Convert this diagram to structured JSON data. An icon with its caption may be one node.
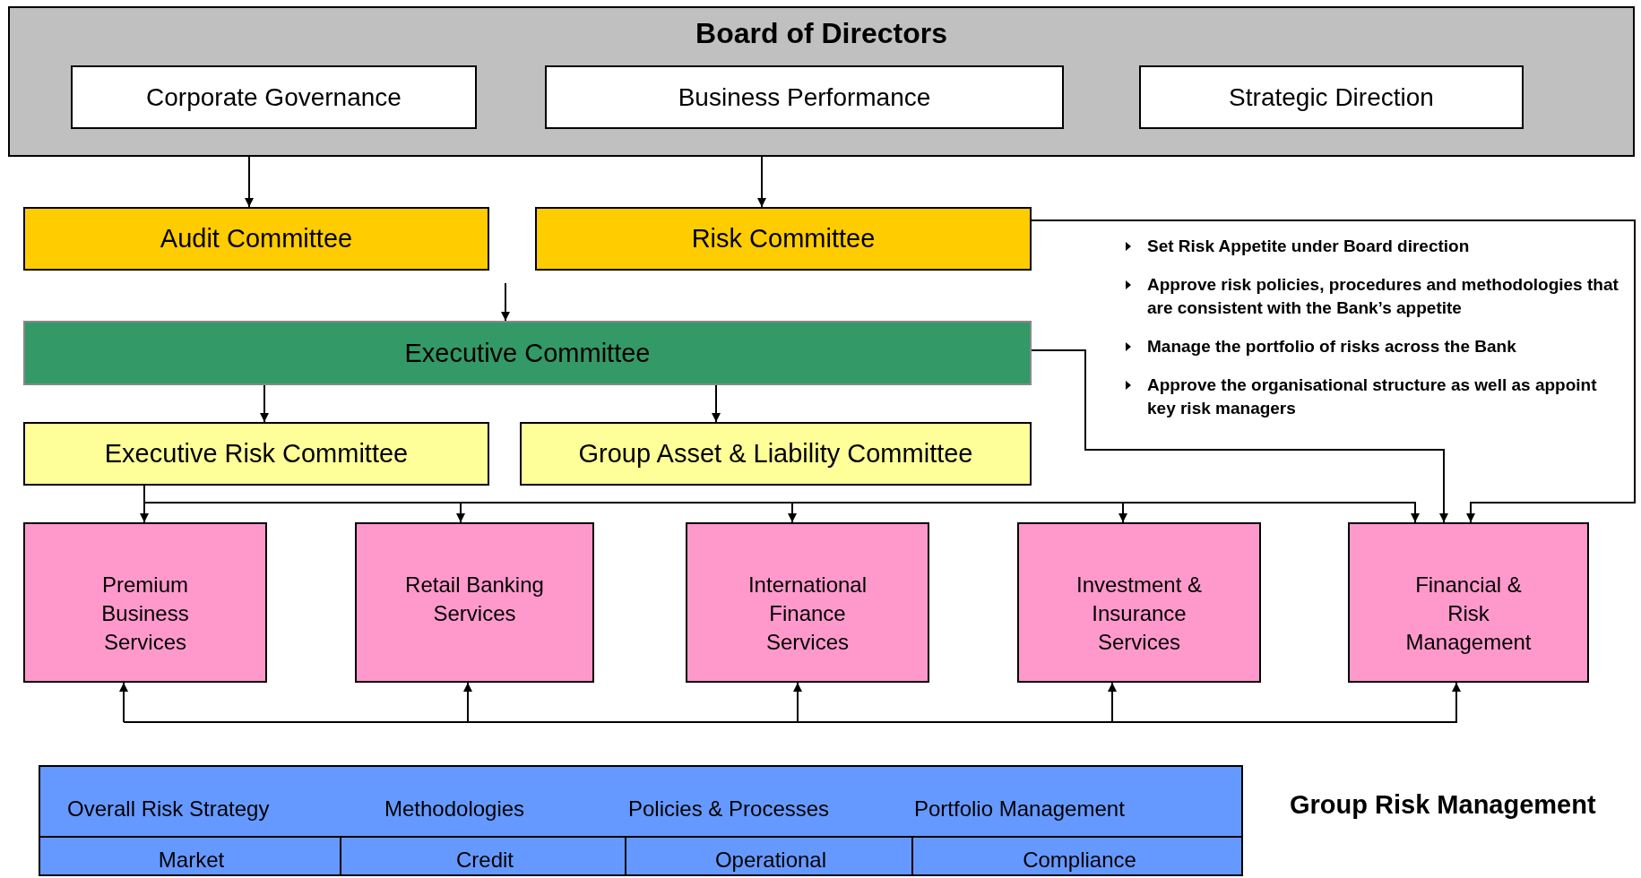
{
  "diagram": {
    "nodes": [
      {
        "text": [
          "Board of Directors"
        ]
      },
      {
        "text": [
          "Corporate Governance"
        ],
        "in": 0
      },
      {
        "text": [
          "Business Performance"
        ],
        "in": 0
      },
      {
        "text": [
          "Strategic Direction"
        ],
        "in": 0
      },
      {
        "text": [
          "Audit Committee"
        ]
      },
      {
        "text": [
          "Risk Committee"
        ]
      },
      {
        "text": [
          "Executive Committee"
        ]
      },
      {
        "text": [
          "Executive Risk Committee"
        ]
      },
      {
        "text": [
          "Group Asset & Liability Committee"
        ]
      },
      {
        "text": [
          "Premium Business Services"
        ]
      },
      {
        "text": [
          "Retail Banking Services"
        ]
      },
      {
        "text": [
          "International Finance Services"
        ]
      },
      {
        "text": [
          "Investment & Insurance Services"
        ]
      },
      {
        "text": [
          "Financial & Risk Management"
        ]
      },
      {
        "text": [
          "Overall Risk Strategy",
          "Methodologies",
          "Policies & Processes",
          "Portfolio Management",
          "Market",
          "Credit",
          "Operational",
          "Compliance",
          "Group Risk Management"
        ]
      }
    ],
    "edges": [
      {
        "from": 0,
        "to": 4,
        "arrow": "to"
      },
      {
        "from": 0,
        "to": 5,
        "arrow": "to"
      },
      {
        "from": null,
        "to": 6,
        "arrow": "to"
      },
      {
        "from": 6,
        "to": 7,
        "arrow": "to"
      },
      {
        "from": 6,
        "to": 8,
        "arrow": "to"
      },
      {
        "from": 7,
        "to": 9,
        "arrow": "to"
      },
      {
        "from": 7,
        "to": 10,
        "arrow": "to"
      },
      {
        "from": 7,
        "to": 11,
        "arrow": "to"
      },
      {
        "from": 7,
        "to": 12,
        "arrow": "to"
      },
      {
        "from": 7,
        "to": 13,
        "arrow": "to"
      },
      {
        "from": 6,
        "to": 13,
        "arrow": "to"
      },
      {
        "from": 5,
        "to": 13,
        "arrow": "to"
      },
      {
        "from": null,
        "to": 9,
        "arrow": "to"
      },
      {
        "from": null,
        "to": 10,
        "arrow": "to"
      },
      {
        "from": null,
        "to": 11,
        "arrow": "to"
      },
      {
        "from": null,
        "to": 12,
        "arrow": "to"
      },
      {
        "from": null,
        "to": 13,
        "arrow": "to"
      }
    ],
    "labels": [
      "Set Risk Appetite under Board direction",
      "Approve risk policies, procedures and methodologies that are consistent with the Bank’s appetite",
      "Manage the portfolio of risks across the Bank",
      "Approve the organisational structure as well as appoint key risk  managers"
    ]
  }
}
